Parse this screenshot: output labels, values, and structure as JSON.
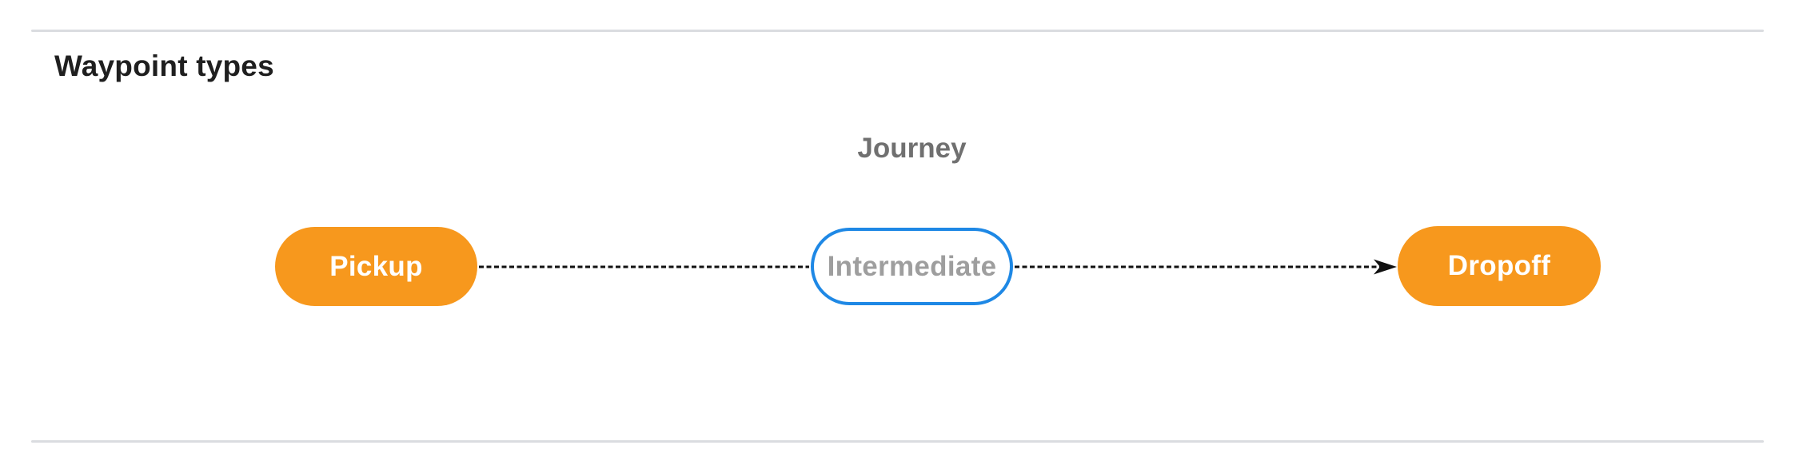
{
  "section": {
    "title": "Waypoint types"
  },
  "diagram": {
    "title": "Journey",
    "nodes": [
      {
        "id": "pickup",
        "label": "Pickup",
        "style": "filled-orange"
      },
      {
        "id": "intermediate",
        "label": "Intermediate",
        "style": "outlined-blue"
      },
      {
        "id": "dropoff",
        "label": "Dropoff",
        "style": "filled-orange"
      }
    ],
    "edges": [
      {
        "from": "pickup",
        "to": "intermediate",
        "line": "dashed",
        "arrow": false
      },
      {
        "from": "intermediate",
        "to": "dropoff",
        "line": "dashed",
        "arrow": true
      }
    ]
  },
  "colors": {
    "node-fill-orange": "#F7981D",
    "node-border-blue": "#1E88E5",
    "node-text-light": "#FFFFFF",
    "node-text-muted": "#9E9E9E",
    "journey-label": "#707070",
    "title-text": "#1F1F1F",
    "divider": "#DADCE0",
    "connector": "#111111"
  }
}
